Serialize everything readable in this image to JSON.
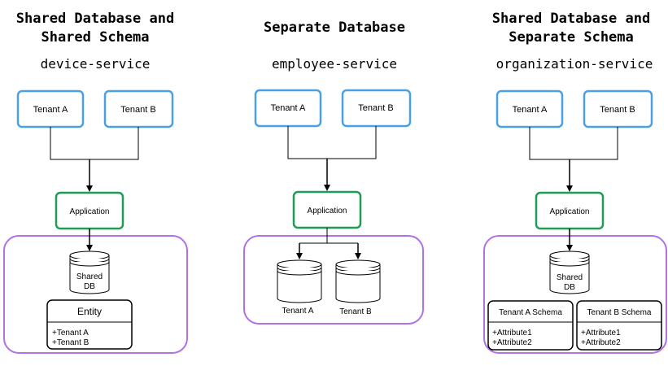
{
  "colors": {
    "tenant_border": "#4aa0e6",
    "application_border": "#1f9d55",
    "container_border": "#b070e8"
  },
  "panels": [
    {
      "title_lines": [
        "Shared Database and",
        "Shared Schema"
      ],
      "service": "device-service",
      "tenants": [
        "Tenant A",
        "Tenant B"
      ],
      "application": "Application",
      "db_lines": [
        "Shared",
        "DB"
      ],
      "entity": {
        "name": "Entity",
        "attributes": [
          "+Tenant A",
          "+Tenant B"
        ]
      }
    },
    {
      "title_lines": [
        "Separate Database"
      ],
      "service": "employee-service",
      "tenants": [
        "Tenant A",
        "Tenant B"
      ],
      "application": "Application",
      "databases": [
        "Tenant A",
        "Tenant B"
      ]
    },
    {
      "title_lines": [
        "Shared Database and",
        "Separate Schema"
      ],
      "service": "organization-service",
      "tenants": [
        "Tenant A",
        "Tenant B"
      ],
      "application": "Application",
      "db_lines": [
        "Shared",
        "DB"
      ],
      "schemas": [
        {
          "name": "Tenant A Schema",
          "attributes": [
            "+Attribute1",
            "+Attribute2"
          ]
        },
        {
          "name": "Tenant B Schema",
          "attributes": [
            "+Attribute1",
            "+Attribute2"
          ]
        }
      ]
    }
  ]
}
